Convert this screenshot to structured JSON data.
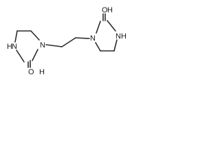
{
  "molecule": {
    "ring1": {
      "nitrogen_amine": "N",
      "amine_hydrogen": "H",
      "nitrogen_substituted": "N",
      "hydroxyl_oxygen": "O",
      "hydroxyl_hydrogen": "H"
    },
    "ring2": {
      "nitrogen_substituted": "N",
      "nitrogen_amine": "N",
      "amine_hydrogen": "H",
      "hydroxyl_oxygen": "O",
      "hydroxyl_hydrogen": "H"
    }
  },
  "colors": {
    "bond": "#2a2a2a",
    "text": "#1a1a1a",
    "background": "#ffffff"
  }
}
